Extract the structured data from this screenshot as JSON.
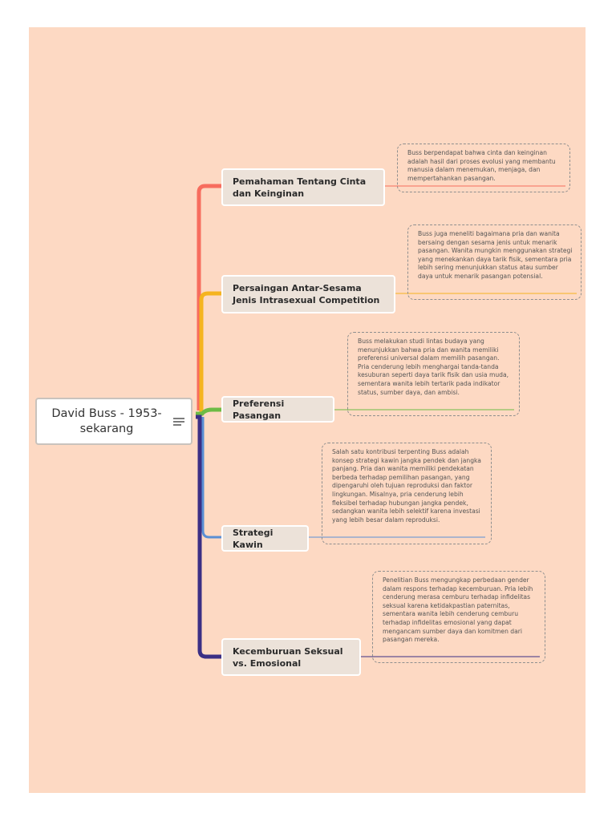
{
  "root": {
    "title": "David Buss - 1953-sekarang",
    "icon": "menu-lines-icon"
  },
  "colors": {
    "canvas": "#fdd9c3",
    "branch_1": "#f76d5e",
    "branch_2": "#f5b41f",
    "branch_3": "#6dbb45",
    "branch_4": "#5a8fd4",
    "branch_5": "#3b2f85"
  },
  "branches": [
    {
      "label": "Pemahaman Tentang Cinta dan Keinginan",
      "note": "Buss berpendapat bahwa cinta dan keinginan adalah hasil dari proses evolusi yang membantu manusia dalam menemukan, menjaga, dan mempertahankan pasangan."
    },
    {
      "label": "Persaingan Antar-Sesama Jenis Intrasexual Competition",
      "note": "Buss juga meneliti bagaimana pria dan wanita bersaing dengan sesama jenis untuk menarik pasangan. Wanita mungkin menggunakan strategi yang menekankan daya tarik fisik, sementara pria lebih sering menunjukkan status atau sumber daya untuk menarik pasangan potensial."
    },
    {
      "label": "Preferensi Pasangan",
      "note": "Buss melakukan studi lintas budaya yang menunjukkan bahwa pria dan wanita memiliki preferensi universal dalam memilih pasangan. Pria cenderung lebih menghargai tanda-tanda kesuburan seperti daya tarik fisik dan usia muda, sementara wanita lebih tertarik pada indikator status, sumber daya, dan ambisi."
    },
    {
      "label": "Strategi Kawin",
      "note": "Salah satu kontribusi terpenting Buss adalah konsep strategi kawin jangka pendek dan jangka panjang. Pria dan wanita memiliki pendekatan berbeda terhadap pemilihan pasangan, yang dipengaruhi oleh tujuan reproduksi dan faktor lingkungan. Misalnya, pria cenderung lebih fleksibel terhadap hubungan jangka pendek, sedangkan wanita lebih selektif karena investasi yang lebih besar dalam reproduksi."
    },
    {
      "label": "Kecemburuan Seksual vs. Emosional",
      "note": "Penelitian Buss mengungkap perbedaan gender dalam respons terhadap kecemburuan. Pria lebih cenderung merasa cemburu terhadap infidelitas seksual karena ketidakpastian paternitas, sementara wanita lebih cenderung cemburu terhadap infidelitas emosional yang dapat mengancam sumber daya dan komitmen dari pasangan mereka."
    }
  ]
}
